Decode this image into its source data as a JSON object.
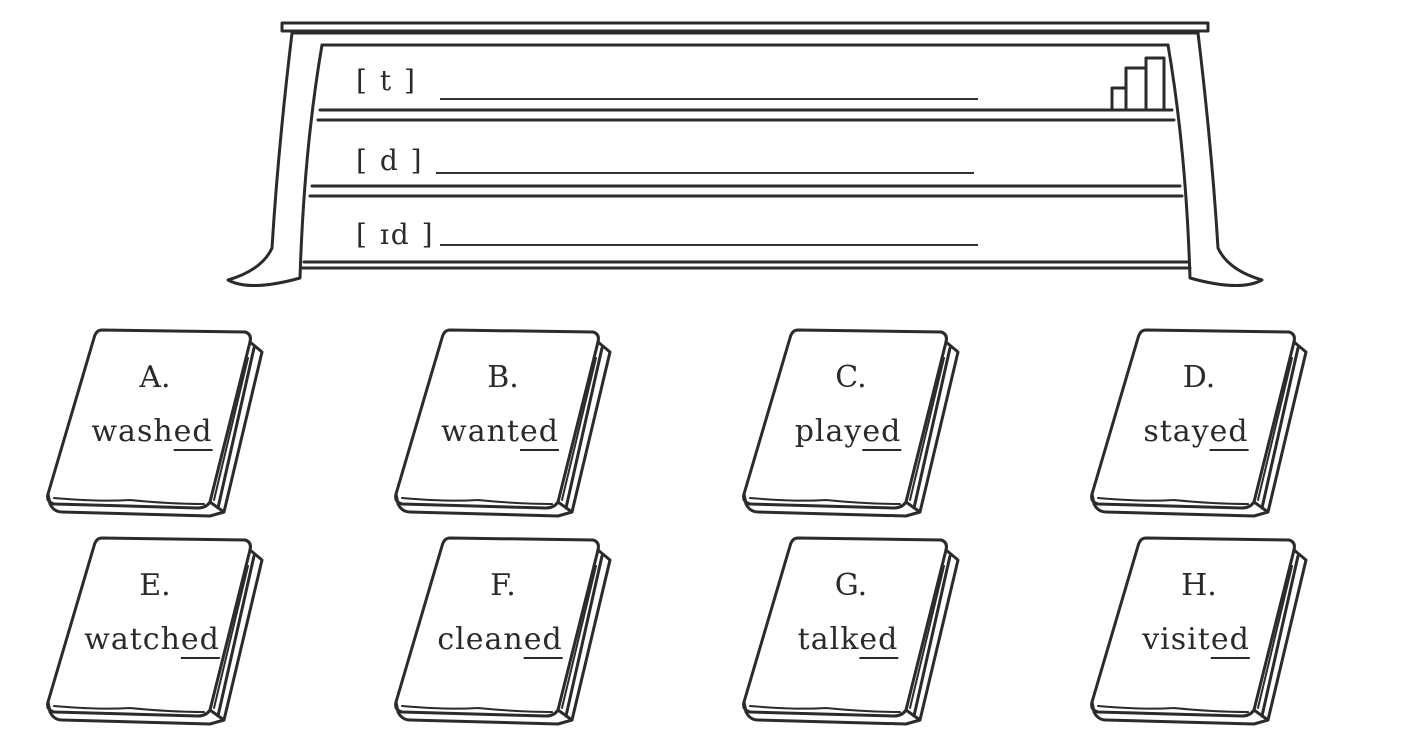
{
  "shelf": {
    "rows": [
      {
        "label": "[ t ]"
      },
      {
        "label": "[ d ]"
      },
      {
        "label": "[ ɪd ]"
      }
    ]
  },
  "books": [
    {
      "letter": "A.",
      "stem": "wash",
      "suffix": "ed"
    },
    {
      "letter": "B.",
      "stem": "want",
      "suffix": "ed"
    },
    {
      "letter": "C.",
      "stem": "play",
      "suffix": "ed"
    },
    {
      "letter": "D.",
      "stem": "stay",
      "suffix": "ed"
    },
    {
      "letter": "E.",
      "stem": "watch",
      "suffix": "ed"
    },
    {
      "letter": "F.",
      "stem": "clean",
      "suffix": "ed"
    },
    {
      "letter": "G.",
      "stem": "talk",
      "suffix": "ed"
    },
    {
      "letter": "H.",
      "stem": "visit",
      "suffix": "ed"
    }
  ]
}
